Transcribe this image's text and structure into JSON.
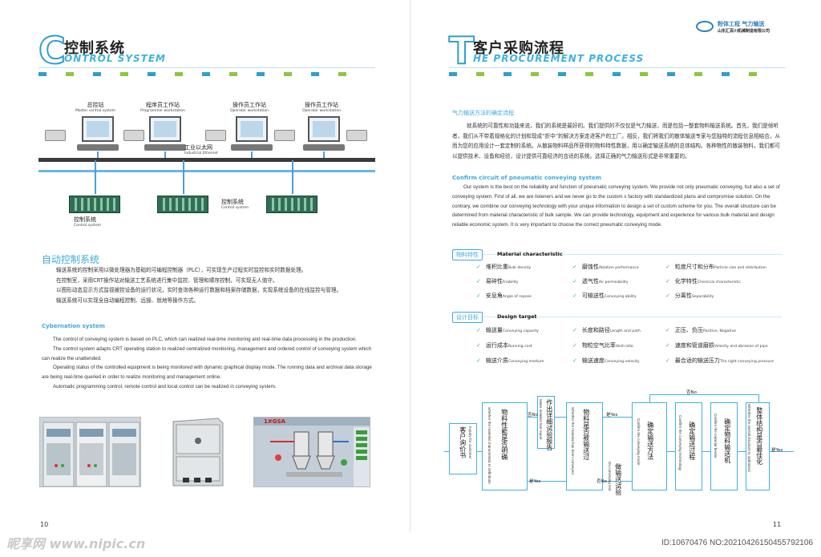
{
  "left": {
    "header": {
      "letter": "C",
      "title_cn": "控制系统",
      "title_en": "ONTROL SYSTEM"
    },
    "diagram": {
      "stations": [
        {
          "cn": "总控站",
          "en": "Master control system"
        },
        {
          "cn": "程序员工作站",
          "en": "Programmer workstation"
        },
        {
          "cn": "操作员工作站",
          "en": "Operator workstation"
        },
        {
          "cn": "操作员工作站",
          "en": "Operator workstation"
        }
      ],
      "ethernet_cn": "工业以太网",
      "ethernet_en": "Industrial Ethernet",
      "control_cn_1": "控制系统",
      "control_en_1": "Control system",
      "control_cn_2": "控制系统",
      "control_en_2": "Control system"
    },
    "section_title_cn": "自动控制系统",
    "cn_paragraphs": [
      "输送系统的控制采用以微处理器为基础的可编程控制器（PLC），可实现生产过程实时监控和实时数据处理。",
      "在控制室，采用CRT操作站对输送工艺系统进行集中监控、管理和顺序控制，可实现无人值守。",
      "以图形动态显示方式监视被控设备的运行状况，实时查询各种运行数据和档案存储数据，实现系统设备的在线监控与管理。",
      "输送系统可以实现全自动编程控制、远操、就地等操作方式。"
    ],
    "section_title_en": "Cybernation system",
    "en_paragraphs": [
      "The control of conveying system is based on PLC, which can realized real-time monitoring and real-time data processing in the production.",
      "The control system adapts CRT operating station to realized centralized monitoring, management and ordered control of conveying system which can realize the unattended.",
      "Operating status of the controlled equipment is being monitored with dynamic graphical display mode. The running data and archival data storage are being real-time queried in order to realize monitoring and management online.",
      "Automatic programming control, remote control and local control can be realized in conveying system."
    ],
    "hmi_title": "1#GSA",
    "page_number": "10"
  },
  "right": {
    "logo": {
      "line1": "粉体工程 气力输送",
      "line2": "山东汇百川机械制造有限公司"
    },
    "header": {
      "letter": "T",
      "title_cn": "客户采购流程",
      "title_en": "HE PROCUREMENT PROCESS"
    },
    "section_title_cn": "气力输送方法的确定流程",
    "cn_paragraph": "就系统的可靠性和功能来说，我们的系统是最好的。我们提供的不仅仅是气力输送，而是包括一整套物料输送系统。首先，我们是倾听者，我们从不带着规格化的计划和现成“折中”的解决方案走进客户的工厂。相反，我们将我们的散体输送专家与您独特的流程信息相结合，从而为您的应用设计一套定制的系统。从散装物料样品所获得的物料特性数据，用以确定输送系统的总体结构。各种物性的散装物料，我们都可以提供技术、设备和经验，设计提供可靠经济的合适的系统。选择正确的气力输送形式是非常重要的。",
    "section_title_en": "Confirm circuit of pneumatic conveying system",
    "en_paragraph": "Our system is the best on the reliability and function of pneumatic conveying system. We provide not only pneumatic conveying, but also a set of conveying system. First of all, we are listeners and we never go to the custom s factory with standardized plans and compromise solution. On the contrary, we combine our conveying technology with your unique information to design a set of custom scheme for you. The overall structure can be determined from material characteristic of bulk sample. We can provide technology, equipment and experience for various bulk material and design reliable economic system. It is very important to choose the correct pneumatic conveying mode.",
    "material": {
      "tag_cn": "物料特性",
      "tag_en": "Material characteristic",
      "items": [
        {
          "cn": "堆积比重",
          "en": "Bulk density"
        },
        {
          "cn": "磨蚀性",
          "en": "Ablation performance"
        },
        {
          "cn": "粒度尺寸和分布",
          "en": "Particle size and distribution"
        },
        {
          "cn": "易碎性",
          "en": "Friability"
        },
        {
          "cn": "透气性",
          "en": "Air permeability"
        },
        {
          "cn": "化学特性",
          "en": "Chemical characteristic"
        },
        {
          "cn": "安息角",
          "en": "Angle of repose"
        },
        {
          "cn": "可输送性",
          "en": "Conveying ability"
        },
        {
          "cn": "分离性",
          "en": "Separability"
        }
      ]
    },
    "design": {
      "tag_cn": "设计目标",
      "tag_en": "Design target",
      "items": [
        {
          "cn": "输送量",
          "en": "Conveying capacity"
        },
        {
          "cn": "长度和路径",
          "en": "Length and path"
        },
        {
          "cn": "正压、负压",
          "en": "Positive, Negative"
        },
        {
          "cn": "运行成本",
          "en": "Running cost"
        },
        {
          "cn": "物粒空气比率",
          "en": "Void ratio"
        },
        {
          "cn": "速度和管道磨损",
          "en": "Velocity and abrasion of pipe"
        },
        {
          "cn": "输送介质",
          "en": "Conveying medium"
        },
        {
          "cn": "输送速度",
          "en": "Conveying velocity"
        },
        {
          "cn": "最合适的输送压力",
          "en": "The right conveying pressure"
        }
      ]
    },
    "flow": {
      "box1_cn": "客户询价书",
      "box1_en": "Inquiry for customer",
      "box2_cn": "物料性能是否明确",
      "box2_en": "whether the material characteristic is definitude",
      "box3_cn": "作出详细试验报告",
      "box3_en": "Make detailed test report",
      "box4_cn": "物料是否被输送过",
      "box4_en": "Whether the material has been conveyed",
      "box5_cn": "确定输送方法",
      "box5_en": "Confirm the conveying mode",
      "box6_cn": "确定输送过程",
      "box6_en": "Confirm the conveying technology",
      "box7_cn": "确定物料输送机",
      "box7_en": "Confirm the material feeder",
      "box8_cn": "整体结构是否最佳化",
      "box8_en": "Whether the overall structure is optimized",
      "box9_cn": "做输送试验",
      "box9_en": "Do conveying test",
      "yes": "是Yes",
      "no": "否No"
    },
    "page_number": "11"
  },
  "watermark": {
    "left": "昵享网 www.nipic.cn",
    "right": "ID:10670476 NO:20210426150455792106"
  },
  "colors": {
    "accent": "#3fa9dd",
    "outline": "#2f9ecf",
    "green": "#8dc63f"
  }
}
